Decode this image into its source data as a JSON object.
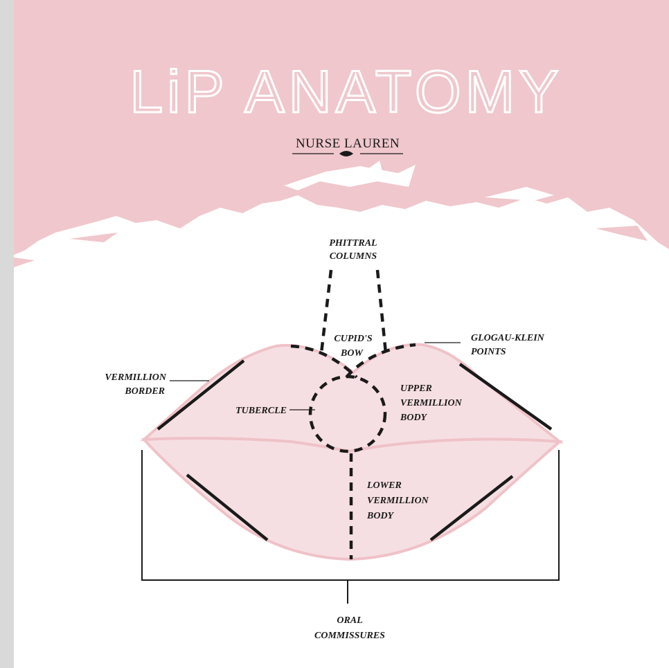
{
  "title": "LiP ANATOMY",
  "brand": "NURSE LAUREN",
  "colors": {
    "banner_pink": "#efc7cc",
    "lip_fill": "#f6dfe2",
    "lip_outline": "#efc2c8",
    "line": "#1a1a1a",
    "side_gray": "#d9d9d9"
  },
  "labels": {
    "philtral_columns": [
      "PHITTRAL",
      "COLUMNS"
    ],
    "cupids_bow": [
      "CUPID'S",
      "BOW"
    ],
    "glogau_klein_points": [
      "GLOGAU-KLEIN",
      "POINTS"
    ],
    "vermillion_border": [
      "VERMILLION",
      "BORDER"
    ],
    "tubercle": "TUBERCLE",
    "upper_vermillion_body": [
      "UPPER",
      "VERMILLION",
      "BODY"
    ],
    "lower_vermillion_body": [
      "LOWER",
      "VERMILLION",
      "BODY"
    ],
    "oral_commissures": [
      "ORAL",
      "COMMISSURES"
    ]
  }
}
